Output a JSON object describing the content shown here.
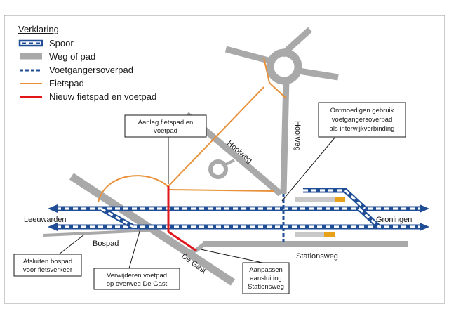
{
  "legend": {
    "title": "Verklaring",
    "items": [
      {
        "key": "spoor",
        "label": "Spoor"
      },
      {
        "key": "weg",
        "label": "Weg of pad"
      },
      {
        "key": "voetgangersoverpad",
        "label": "Voetgangersoverpad"
      },
      {
        "key": "fietspad",
        "label": "Fietspad"
      },
      {
        "key": "nieuw",
        "label": "Nieuw fietspad en voetpad"
      }
    ]
  },
  "places": {
    "leeuwarden": "Leeuwarden",
    "groningen": "Groningen",
    "bospad": "Bospad",
    "hooiweg_diag": "Hooiweg",
    "hooiweg_vert": "Hooiweg",
    "stationsweg": "Stationsweg",
    "degast": "De Gast"
  },
  "callouts": {
    "aanleg": [
      "Aanleg fietspad en",
      "voetpad"
    ],
    "ontmoedigen": [
      "Ontmoedigen gebruik",
      "voetgangersoverpad",
      "als interwijkverbinding"
    ],
    "afsluiten": [
      "Afsluiten bospad",
      "voor fietsverkeer"
    ],
    "verwijderen": [
      "Verwijderen voetpad",
      "op overweg De Gast"
    ],
    "aanpassen": [
      "Aanpassen",
      "aansluiting",
      "Stationsweg"
    ]
  },
  "colors": {
    "spoor": "#1f4e96",
    "weg": "#a9a9a9",
    "voetgangersoverpad": "#1f4e96",
    "fietspad": "#e8913a",
    "nieuw": "#e0161b",
    "platform": "#e8a21a"
  }
}
